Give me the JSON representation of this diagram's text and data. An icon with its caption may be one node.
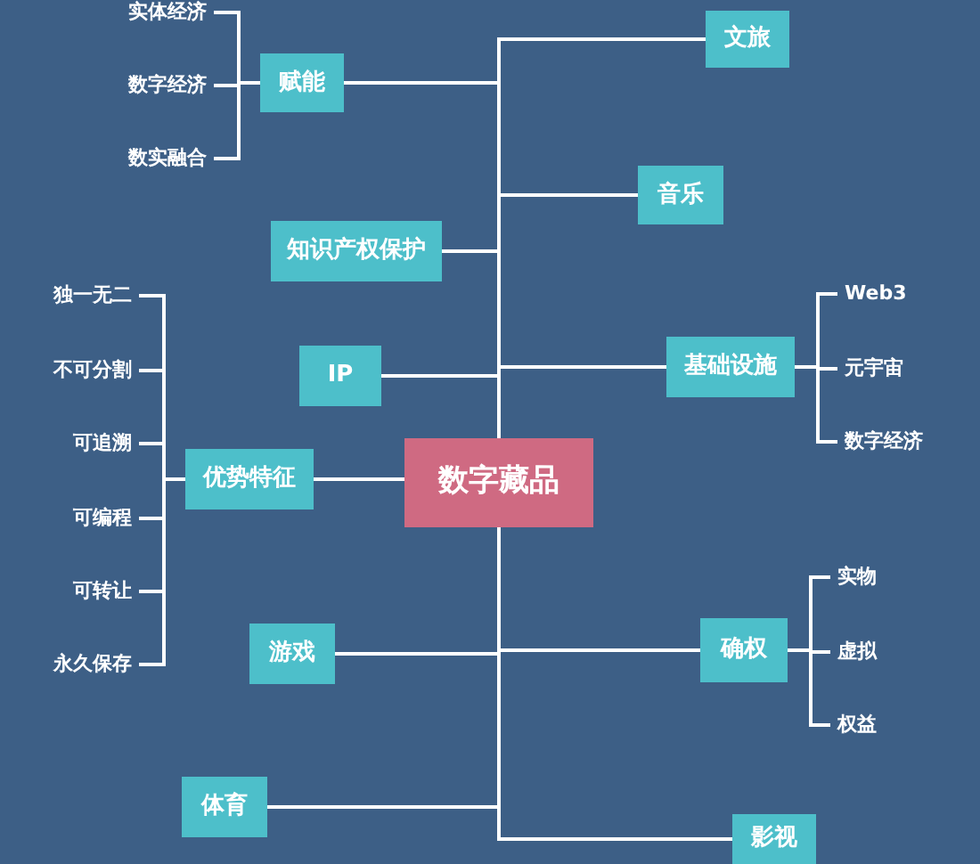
{
  "diagram": {
    "nodes": [
      {
        "text": [
          "数字藏品"
        ]
      },
      {
        "text": [
          "文旅"
        ]
      },
      {
        "text": [
          "赋能"
        ]
      },
      {
        "text": [
          "音乐"
        ]
      },
      {
        "text": [
          "知识产权保护"
        ]
      },
      {
        "text": [
          "IP"
        ]
      },
      {
        "text": [
          "基础设施"
        ]
      },
      {
        "text": [
          "优势特征"
        ]
      },
      {
        "text": [
          "游戏"
        ]
      },
      {
        "text": [
          "确权"
        ]
      },
      {
        "text": [
          "体育"
        ]
      },
      {
        "text": [
          "影视"
        ]
      },
      {
        "text": [
          "实体经济"
        ]
      },
      {
        "text": [
          "数字经济"
        ]
      },
      {
        "text": [
          "数实融合"
        ]
      },
      {
        "text": [
          "独一无二"
        ]
      },
      {
        "text": [
          "不可分割"
        ]
      },
      {
        "text": [
          "可追溯"
        ]
      },
      {
        "text": [
          "可编程"
        ]
      },
      {
        "text": [
          "可转让"
        ]
      },
      {
        "text": [
          "永久保存"
        ]
      },
      {
        "text": [
          "Web3"
        ]
      },
      {
        "text": [
          "元宇宙"
        ]
      },
      {
        "text": [
          "数字经济"
        ]
      },
      {
        "text": [
          "实物"
        ]
      },
      {
        "text": [
          "虚拟"
        ]
      },
      {
        "text": [
          "权益"
        ]
      }
    ],
    "edges": [
      {
        "from": 0,
        "to": 1,
        "arrow": "none"
      },
      {
        "from": 0,
        "to": 2,
        "arrow": "none"
      },
      {
        "from": 0,
        "to": 3,
        "arrow": "none"
      },
      {
        "from": 0,
        "to": 4,
        "arrow": "none"
      },
      {
        "from": 0,
        "to": 5,
        "arrow": "none"
      },
      {
        "from": 0,
        "to": 6,
        "arrow": "none"
      },
      {
        "from": 0,
        "to": 7,
        "arrow": "none"
      },
      {
        "from": 0,
        "to": 8,
        "arrow": "none"
      },
      {
        "from": 0,
        "to": 9,
        "arrow": "none"
      },
      {
        "from": 0,
        "to": 10,
        "arrow": "none"
      },
      {
        "from": 0,
        "to": 11,
        "arrow": "none"
      },
      {
        "from": 2,
        "to": 12,
        "arrow": "none"
      },
      {
        "from": 2,
        "to": 13,
        "arrow": "none"
      },
      {
        "from": 2,
        "to": 14,
        "arrow": "none"
      },
      {
        "from": 7,
        "to": 15,
        "arrow": "none"
      },
      {
        "from": 7,
        "to": 16,
        "arrow": "none"
      },
      {
        "from": 7,
        "to": 17,
        "arrow": "none"
      },
      {
        "from": 7,
        "to": 18,
        "arrow": "none"
      },
      {
        "from": 7,
        "to": 19,
        "arrow": "none"
      },
      {
        "from": 7,
        "to": 20,
        "arrow": "none"
      },
      {
        "from": 6,
        "to": 21,
        "arrow": "none"
      },
      {
        "from": 6,
        "to": 22,
        "arrow": "none"
      },
      {
        "from": 6,
        "to": 23,
        "arrow": "none"
      },
      {
        "from": 9,
        "to": 24,
        "arrow": "none"
      },
      {
        "from": 9,
        "to": 25,
        "arrow": "none"
      },
      {
        "from": 9,
        "to": 26,
        "arrow": "none"
      }
    ]
  }
}
